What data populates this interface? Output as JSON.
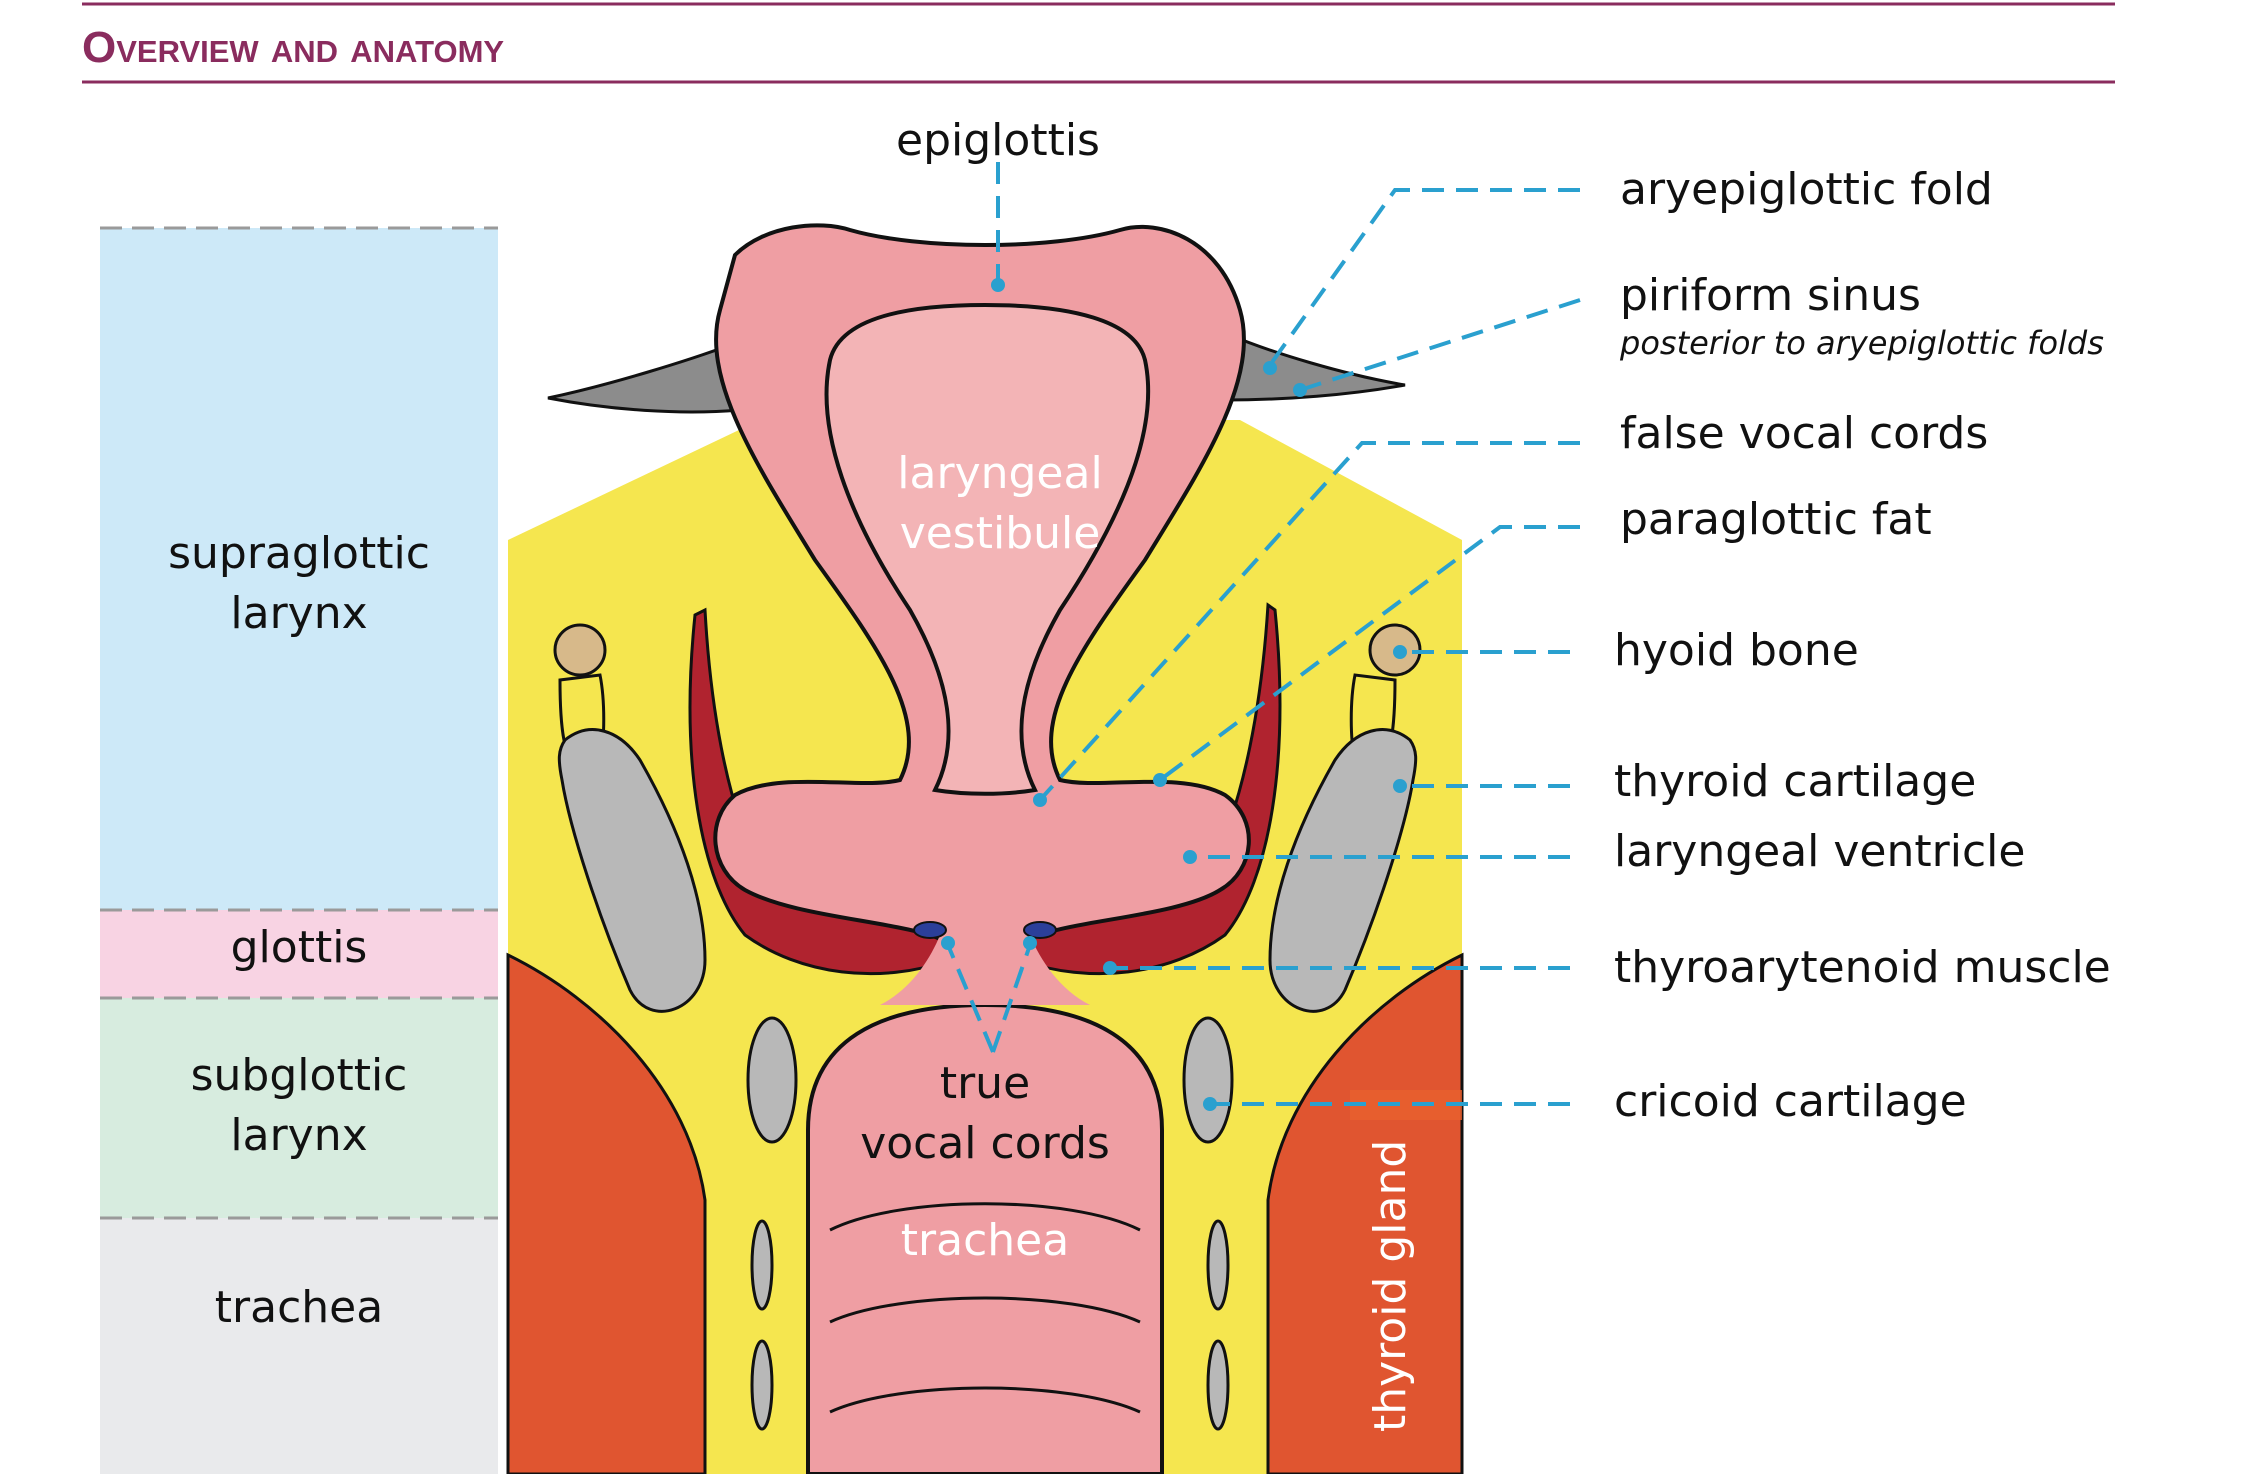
{
  "header": {
    "title": "Overview and anatomy",
    "color": "#8a2c5e"
  },
  "regions": [
    {
      "key": "supraglottic",
      "line1": "supraglottic",
      "line2": "larynx",
      "color": "#cde9f8"
    },
    {
      "key": "glottis",
      "line1": "glottis",
      "line2": "",
      "color": "#f8d3e3"
    },
    {
      "key": "subglottic",
      "line1": "subglottic",
      "line2": "larynx",
      "color": "#d7ecdf"
    },
    {
      "key": "trachea",
      "line1": "trachea",
      "line2": "",
      "color": "#e9eaec"
    }
  ],
  "labels": {
    "epiglottis": "epiglottis",
    "aryepiglottic_fold": "aryepiglottic fold",
    "piriform_sinus": "piriform sinus",
    "piriform_note": "posterior to aryepiglottic folds",
    "false_vocal_cords": "false vocal cords",
    "paraglottic_fat": "paraglottic fat",
    "hyoid_bone": "hyoid bone",
    "thyroid_cartilage": "thyroid cartilage",
    "laryngeal_ventricle": "laryngeal ventricle",
    "thyroarytenoid_muscle": "thyroarytenoid muscle",
    "cricoid_cartilage": "cricoid cartilage"
  },
  "inner_labels": {
    "vestibule_1": "laryngeal",
    "vestibule_2": "vestibule",
    "true_cords_1": "true",
    "true_cords_2": "vocal cords",
    "trachea": "trachea",
    "thyroid_gland": "thyroid gland"
  },
  "colors": {
    "fat": "#f5e64f",
    "mucosa": "#ef9ea3",
    "mucosa_light": "#f3b4b6",
    "muscle": "#b0232f",
    "cartilage": "#b8b8b8",
    "thyroid": "#e05530",
    "leader": "#2aa0cf"
  }
}
